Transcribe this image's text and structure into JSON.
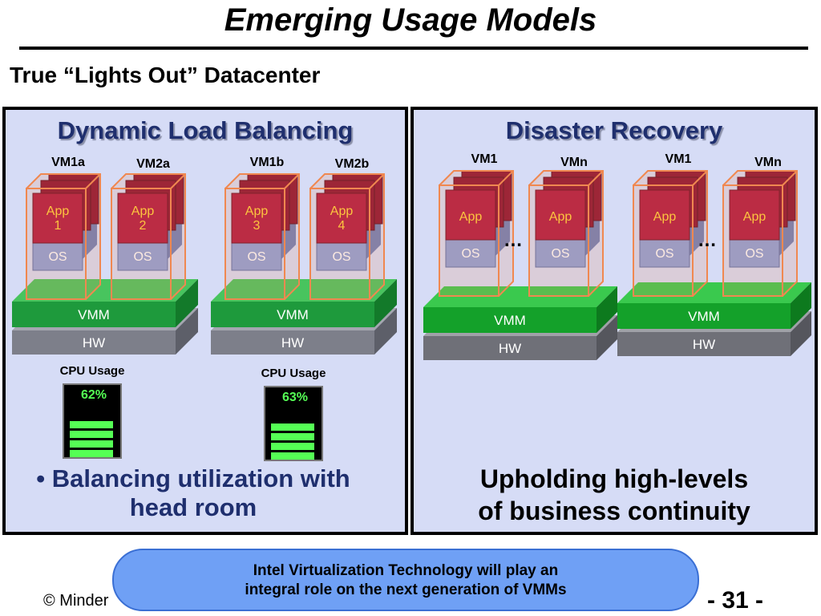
{
  "title": "Emerging Usage Models",
  "subtitle": "True “Lights Out” Datacenter",
  "left_panel": {
    "heading": "Dynamic Load Balancing",
    "servers": [
      {
        "vms": [
          {
            "label": "VM1a",
            "app": "App\n1",
            "os": "OS"
          },
          {
            "label": "VM2a",
            "app": "App\n2",
            "os": "OS"
          }
        ],
        "vmm": "VMM",
        "hw": "HW",
        "cpu_label": "CPU Usage",
        "cpu_value": "62%",
        "cpu_fraction": 0.62
      },
      {
        "vms": [
          {
            "label": "VM1b",
            "app": "App\n3",
            "os": "OS"
          },
          {
            "label": "VM2b",
            "app": "App\n4",
            "os": "OS"
          }
        ],
        "vmm": "VMM",
        "hw": "HW",
        "cpu_label": "CPU Usage",
        "cpu_value": "63%",
        "cpu_fraction": 0.63
      }
    ],
    "bullet_mark": "•",
    "bullet_line1": "Balancing utilization with",
    "bullet_line2": "head room"
  },
  "right_panel": {
    "heading": "Disaster Recovery",
    "servers": [
      {
        "vms": [
          {
            "label": "VM1",
            "app": "App",
            "os": "OS"
          },
          {
            "label": "VMn",
            "app": "App",
            "os": "OS"
          }
        ],
        "ellipsis": "…",
        "vmm": "VMM",
        "hw": "HW"
      },
      {
        "vms": [
          {
            "label": "VM1",
            "app": "App",
            "os": "OS"
          },
          {
            "label": "VMn",
            "app": "App",
            "os": "OS"
          }
        ],
        "ellipsis": "…",
        "vmm": "VMM",
        "hw": "HW"
      }
    ],
    "statement_line1": "Upholding high-levels",
    "statement_line2": "of business continuity"
  },
  "callout": {
    "line1": "Intel Virtualization Technology will play an",
    "line2": "integral role on the next generation of VMMs"
  },
  "footer": {
    "copyright": "© Minder",
    "page_number": "- 31 -"
  },
  "colors": {
    "vmm_green": "#1e9a3c",
    "hw_gray": "#7d7f8a",
    "app_red": "#b01840",
    "os_blue": "#8da0d8",
    "vm_frame": "#f08850",
    "meter_green": "#55ff55",
    "callout_blue": "#6fa0f5",
    "heading_navy": "#1f2f6e"
  }
}
